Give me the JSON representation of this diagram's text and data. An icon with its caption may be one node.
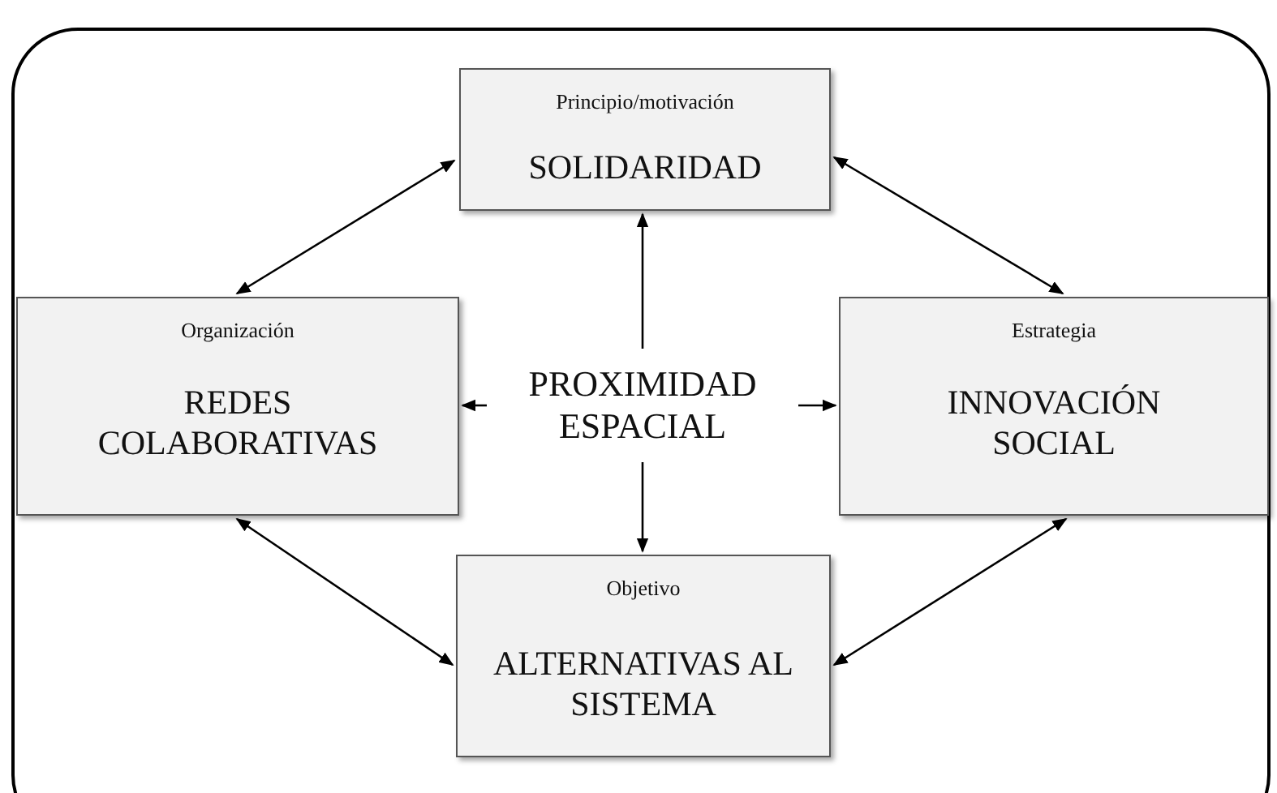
{
  "diagram": {
    "nodes": [
      {
        "text": [
          "Principio/motivación",
          "SOLIDARIDAD"
        ]
      },
      {
        "text": [
          "Organización",
          "REDES COLABORATIVAS"
        ]
      },
      {
        "text": [
          "PROXIMIDAD ESPACIAL"
        ]
      },
      {
        "text": [
          "Estrategia",
          "INNOVACIÓN SOCIAL"
        ]
      },
      {
        "text": [
          "Objetivo",
          "ALTERNATIVAS AL SISTEMA"
        ]
      }
    ],
    "edges": [
      {
        "from": 0,
        "to": 1,
        "arrow": "both"
      },
      {
        "from": 0,
        "to": 3,
        "arrow": "both"
      },
      {
        "from": 1,
        "to": 4,
        "arrow": "both"
      },
      {
        "from": 3,
        "to": 4,
        "arrow": "both"
      },
      {
        "from": 2,
        "to": 0,
        "arrow": "to"
      },
      {
        "from": 2,
        "to": 1,
        "arrow": "to"
      },
      {
        "from": 2,
        "to": 3,
        "arrow": "to"
      },
      {
        "from": 2,
        "to": 4,
        "arrow": "to"
      }
    ]
  }
}
